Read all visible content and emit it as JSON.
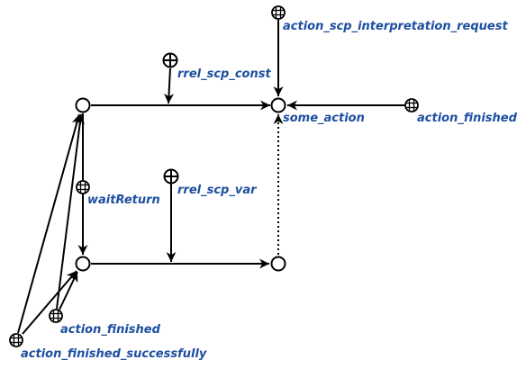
{
  "diagram": {
    "labels": {
      "action_scp_interpretation_request": "action_scp_interpretation_request",
      "rrel_scp_const": "rrel_scp_const",
      "some_action": "some_action",
      "action_finished_right": "action_finished",
      "wait_return": "waitReturn",
      "rrel_scp_var": "rrel_scp_var",
      "action_finished_bottom": "action_finished",
      "action_finished_successfully": "action_finished_successfully"
    },
    "colors": {
      "label": "#1e4fa0",
      "stroke": "#000000",
      "background": "#ffffff"
    }
  }
}
